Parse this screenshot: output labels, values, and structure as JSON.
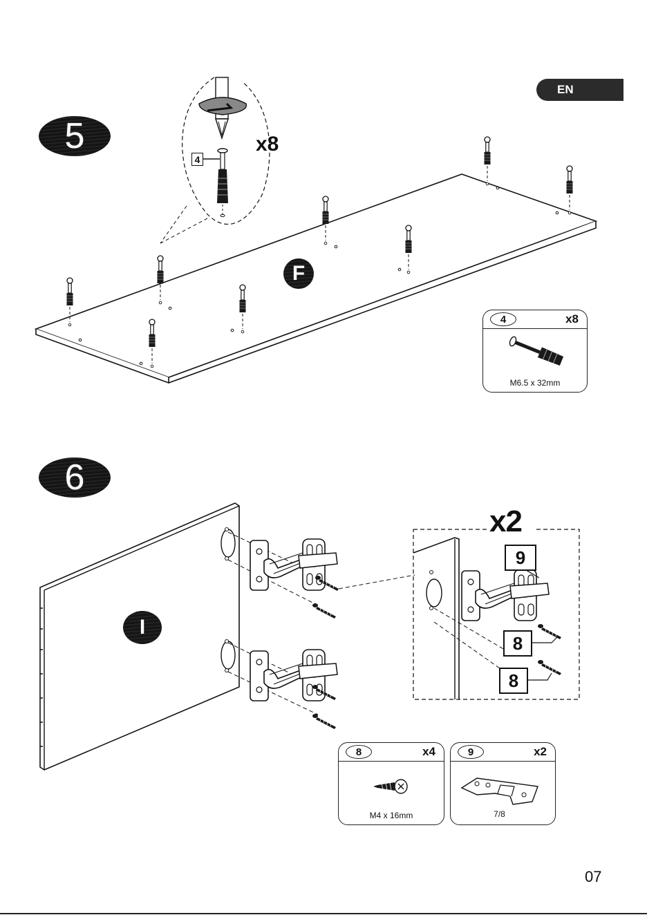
{
  "header": {
    "language": "EN"
  },
  "step5": {
    "number": "5",
    "detail_qty": "x8",
    "detail_part_ref": "4",
    "panel_label": "F",
    "part_card": {
      "id": "4",
      "qty": "x8",
      "spec": "M6.5 x 32mm"
    }
  },
  "step6": {
    "number": "6",
    "panel_label": "I",
    "detail_qty": "x2",
    "callout_hinge": "9",
    "callout_screw_a": "8",
    "callout_screw_b": "8",
    "part_card_screw": {
      "id": "8",
      "qty": "x4",
      "spec": "M4 x 16mm"
    },
    "part_card_hinge": {
      "id": "9",
      "qty": "x2",
      "spec": "7/8"
    }
  },
  "footer": {
    "page_number": "07"
  }
}
